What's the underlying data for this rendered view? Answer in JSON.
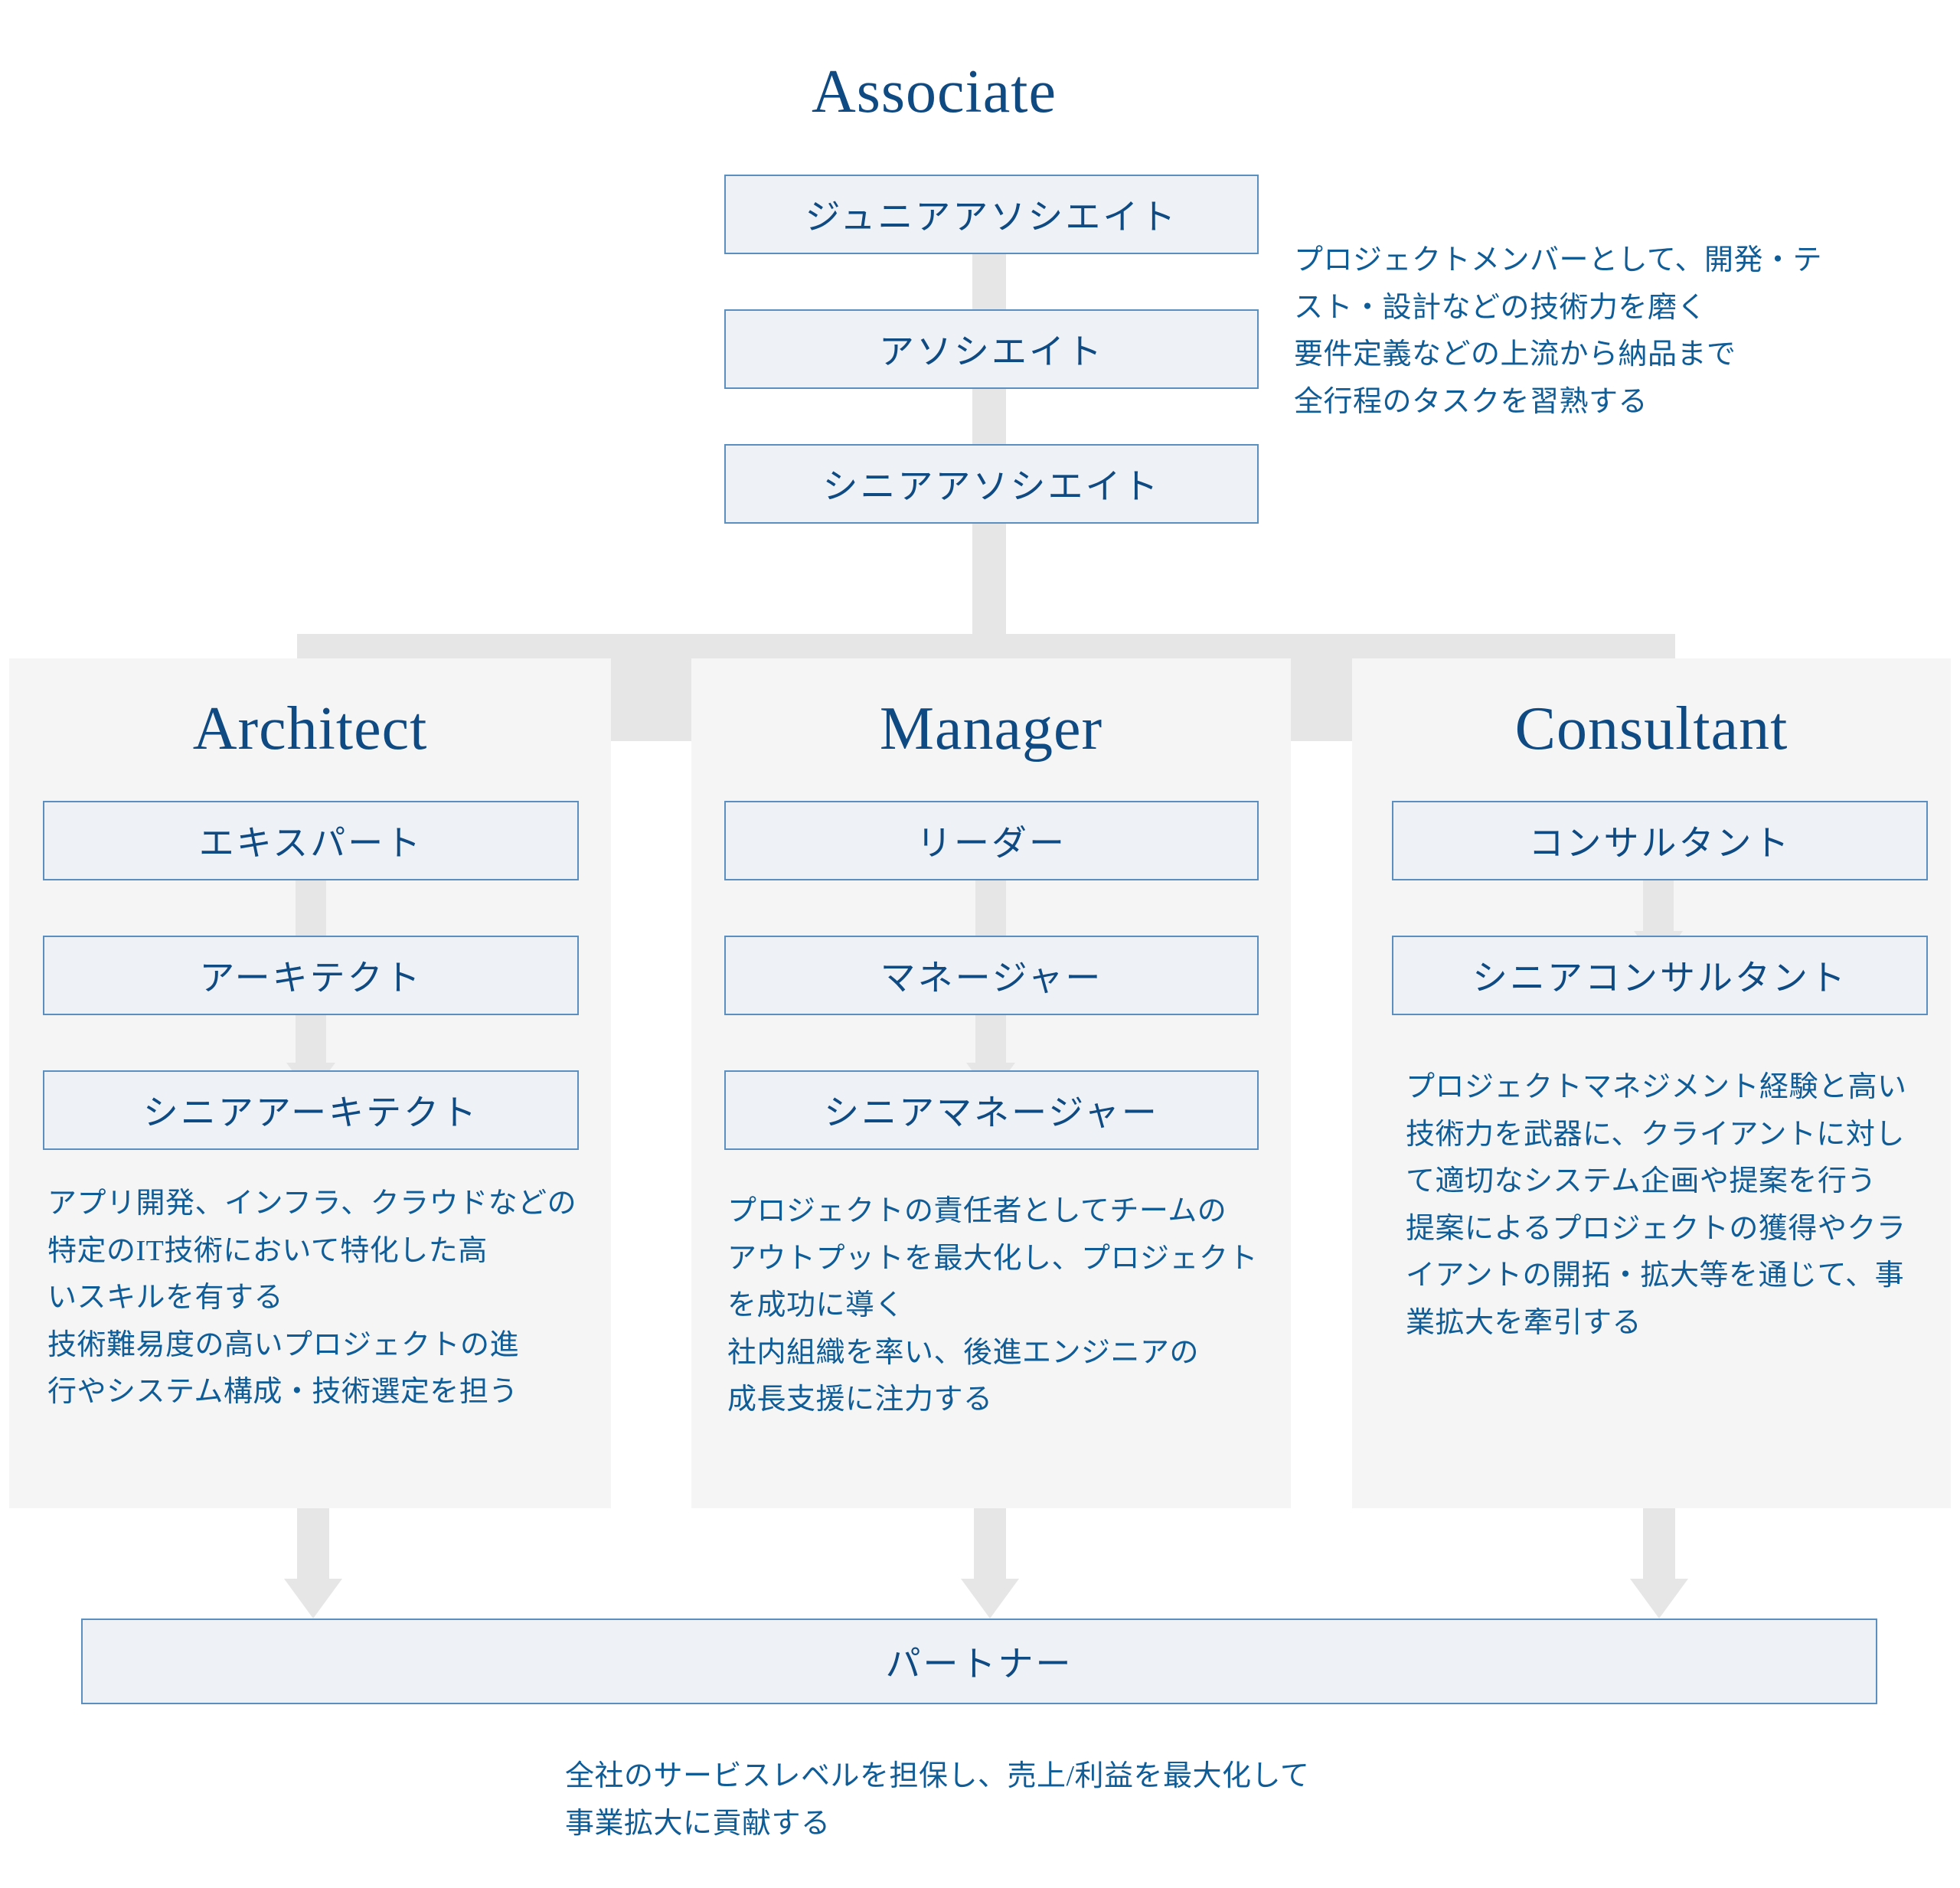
{
  "diagram": {
    "title_associate": "Associate",
    "title_architect": "Architect",
    "title_manager": "Manager",
    "title_consultant": "Consultant",
    "associate_ranks": [
      "ジュニアアソシエイト",
      "アソシエイト",
      "シニアアソシエイト"
    ],
    "associate_description": "プロジェクトメンバーとして、開発・テ\nスト・設計などの技術力を磨く\n要件定義などの上流から納品まで\n全行程のタスクを習熟する",
    "architect_ranks": [
      "エキスパート",
      "アーキテクト",
      "シニアアーキテクト"
    ],
    "architect_description": "アプリ開発、インフラ、クラウドなどの\n特定のIT技術において特化した高\nいスキルを有する\n技術難易度の高いプロジェクトの進\n行やシステム構成・技術選定を担う",
    "manager_ranks": [
      "リーダー",
      "マネージャー",
      "シニアマネージャー"
    ],
    "manager_description": "プロジェクトの責任者としてチームの\nアウトプットを最大化し、プロジェクト\nを成功に導く\n社内組織を率い、後進エンジニアの\n成長支援に注力する",
    "consultant_ranks": [
      "コンサルタント",
      "シニアコンサルタント"
    ],
    "consultant_description": "プロジェクトマネジメント経験と高い\n技術力を武器に、クライアントに対し\nて適切なシステム企画や提案を行う\n提案によるプロジェクトの獲得やクラ\nイアントの開拓・拡大等を通じて、事\n業拡大を牽引する",
    "partner_rank": "パートナー",
    "partner_description": "全社のサービスレベルを担保し、売上/利益を最大化して\n事業拡大に貢献する",
    "colors": {
      "heading_blue": "#0f4b82",
      "body_blue": "#0f5c96",
      "box_fill": "#eef2f7",
      "box_border": "#5b8fc0",
      "panel_bg": "#f5f5f5",
      "arrow_grey": "#e6e6e6"
    }
  }
}
